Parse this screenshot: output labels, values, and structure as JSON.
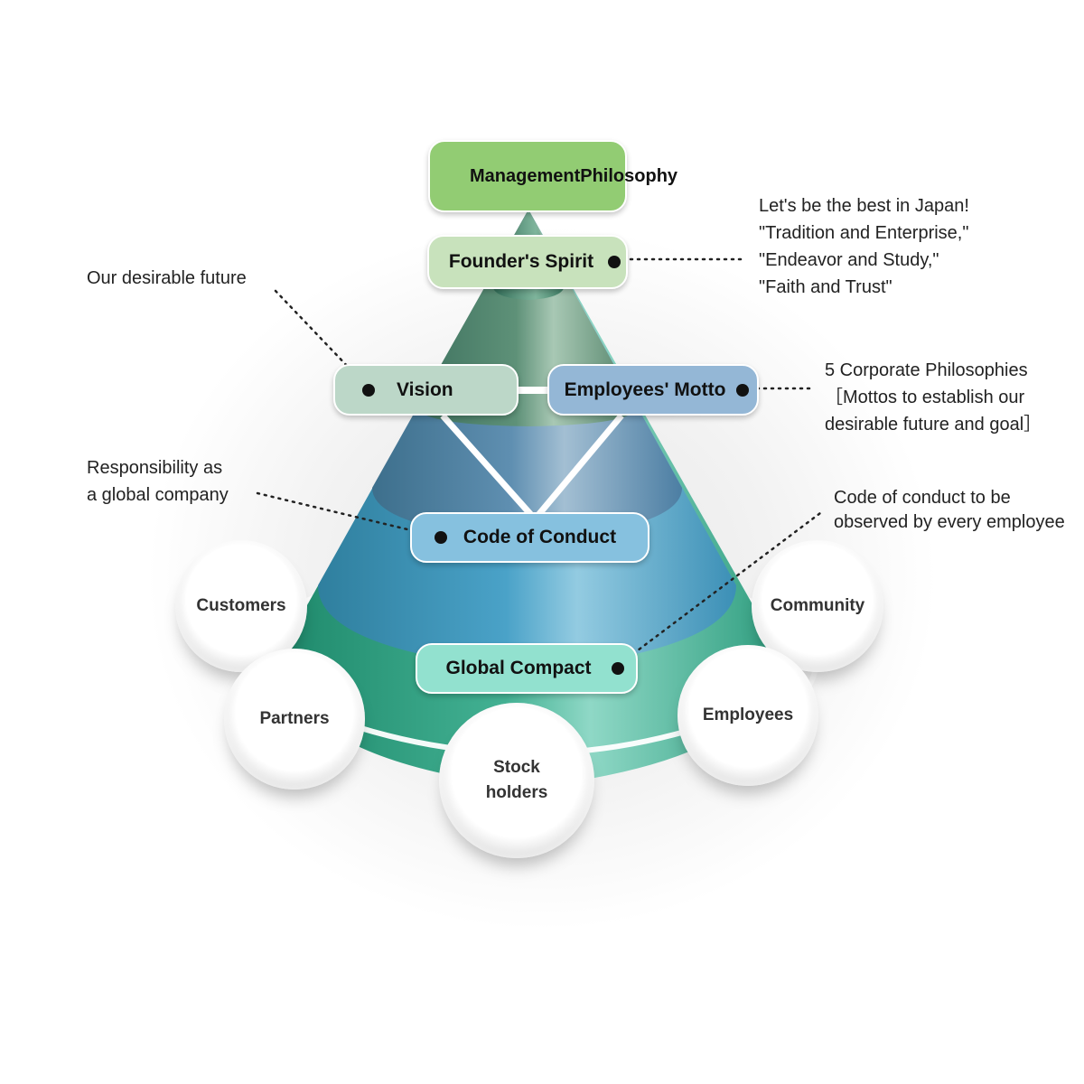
{
  "diagram": {
    "top_box": {
      "line1": "Management",
      "line2": "Philosophy"
    },
    "layers": {
      "founders_spirit": "Founder's Spirit",
      "vision": "Vision",
      "employees_motto": "Employees' Motto",
      "code_of_conduct": "Code of Conduct",
      "global_compact": "Global Compact"
    },
    "annotations": {
      "founders_spirit": "Let's be the best in Japan!\n\"Tradition and Enterprise,\"\n\"Endeavor and Study,\"\n\"Faith and Trust\"",
      "vision": "Our desirable future",
      "employees_motto": "5 Corporate Philosophies\n［Mottos to establish our\ndesirable future and goal］",
      "code_of_conduct": "Responsibility as\na global company",
      "global_compact": "Code of conduct to be\nobserved by every employee"
    },
    "stakeholders": {
      "customers": "Customers",
      "community": "Community",
      "partners": "Partners",
      "employees": "Employees",
      "stockholders": "Stock\nholders"
    },
    "colors": {
      "management_philosophy": "#92cc73",
      "founders_spirit": "#c8e2bc",
      "vision": "#bcd7c8",
      "employees_motto": "#94b7d6",
      "code_of_conduct": "#86c1df",
      "global_compact": "#92e1cf"
    }
  }
}
